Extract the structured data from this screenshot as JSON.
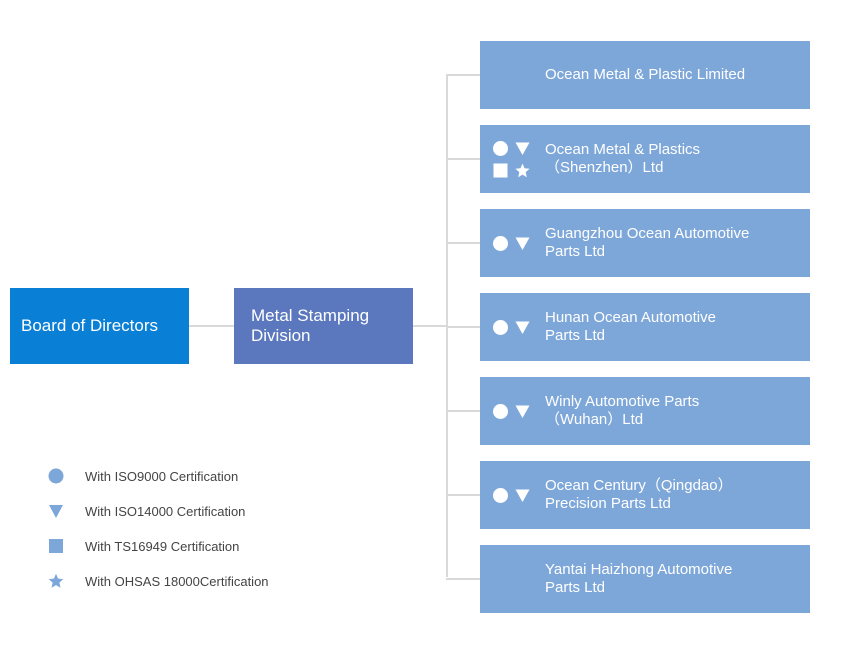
{
  "board": {
    "label": "Board of Directors"
  },
  "division": {
    "line1": "Metal Stamping",
    "line2": "Division"
  },
  "companies": [
    {
      "line1": "Ocean Metal & Plastic Limited",
      "line2": "",
      "certs": []
    },
    {
      "line1": "Ocean Metal & Plastics",
      "line2": "（Shenzhen）Ltd",
      "certs": [
        "iso9000",
        "iso14000",
        "ts16949",
        "ohsas18000"
      ]
    },
    {
      "line1": "Guangzhou Ocean Automotive",
      "line2": "Parts Ltd",
      "certs": [
        "iso9000",
        "iso14000"
      ]
    },
    {
      "line1": "Hunan Ocean Automotive",
      "line2": "Parts Ltd",
      "certs": [
        "iso9000",
        "iso14000"
      ]
    },
    {
      "line1": "Winly Automotive Parts",
      "line2": "（Wuhan）Ltd",
      "certs": [
        "iso9000",
        "iso14000"
      ]
    },
    {
      "line1": "Ocean Century（Qingdao）",
      "line2": "Precision Parts Ltd",
      "certs": [
        "iso9000",
        "iso14000"
      ]
    },
    {
      "line1": "Yantai Haizhong Automotive",
      "line2": "Parts Ltd",
      "certs": []
    }
  ],
  "legend": [
    {
      "icon": "circle-icon",
      "label": "With ISO9000 Certification"
    },
    {
      "icon": "triangle-down-icon",
      "label": "With ISO14000 Certification"
    },
    {
      "icon": "square-icon",
      "label": "With TS16949 Certification"
    },
    {
      "icon": "star-icon",
      "label": "With OHSAS 18000Certification"
    }
  ],
  "colors": {
    "board": "#0a7fd6",
    "division": "#5b78be",
    "company": "#7ea7d9",
    "legend_icon": "#7ea7d9",
    "connector": "#d9d9d9"
  }
}
